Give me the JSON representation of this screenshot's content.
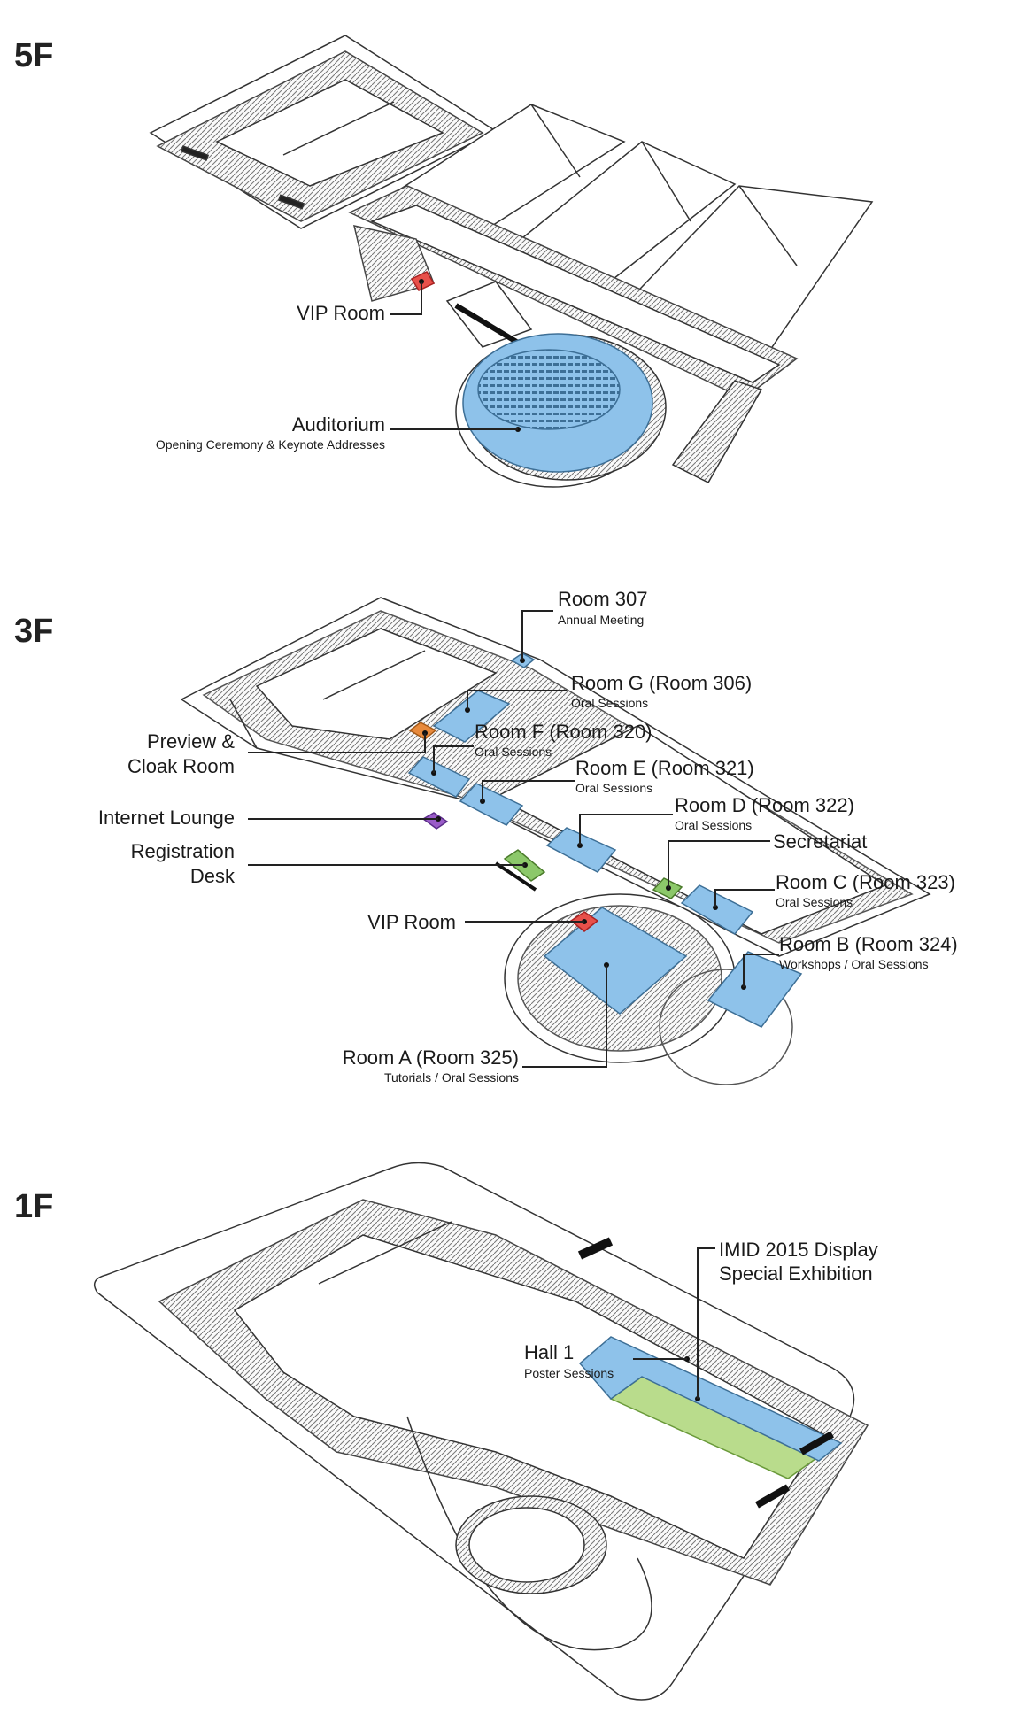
{
  "floors": {
    "f5": {
      "label": "5F",
      "vip": {
        "title": "VIP Room"
      },
      "auditorium": {
        "title": "Auditorium",
        "sub": "Opening Ceremony & Keynote Addresses"
      }
    },
    "f3": {
      "label": "3F",
      "room307": {
        "title": "Room 307",
        "sub": "Annual Meeting"
      },
      "roomG": {
        "title": "Room G (Room 306)",
        "sub": "Oral Sessions"
      },
      "roomF": {
        "title": "Room F (Room 320)",
        "sub": "Oral Sessions"
      },
      "preview": {
        "line1": "Preview &",
        "line2": "Cloak Room"
      },
      "roomE": {
        "title": "Room E (Room 321)",
        "sub": "Oral Sessions"
      },
      "internet": {
        "title": "Internet Lounge"
      },
      "roomD": {
        "title": "Room D (Room 322)",
        "sub": "Oral Sessions"
      },
      "registration": {
        "line1": "Registration",
        "line2": "Desk"
      },
      "secretariat": {
        "title": "Secretariat"
      },
      "roomC": {
        "title": "Room C (Room 323)",
        "sub": "Oral Sessions"
      },
      "vip": {
        "title": "VIP Room"
      },
      "roomB": {
        "title": "Room B (Room 324)",
        "sub": "Workshops / Oral Sessions"
      },
      "roomA": {
        "title": "Room A (Room 325)",
        "sub": "Tutorials / Oral Sessions"
      }
    },
    "f1": {
      "label": "1F",
      "display": {
        "line1": "IMID 2015 Display",
        "line2": "Special Exhibition"
      },
      "hall1": {
        "title": "Hall 1",
        "sub": "Poster Sessions"
      }
    }
  },
  "colors": {
    "room_blue": "#8ec2ea",
    "vip_red": "#e8504a",
    "registration_green": "#8cc86a",
    "internet_purple": "#9a5cc8",
    "preview_orange": "#e88a3c",
    "exhibition_green": "#b9dc8c"
  }
}
